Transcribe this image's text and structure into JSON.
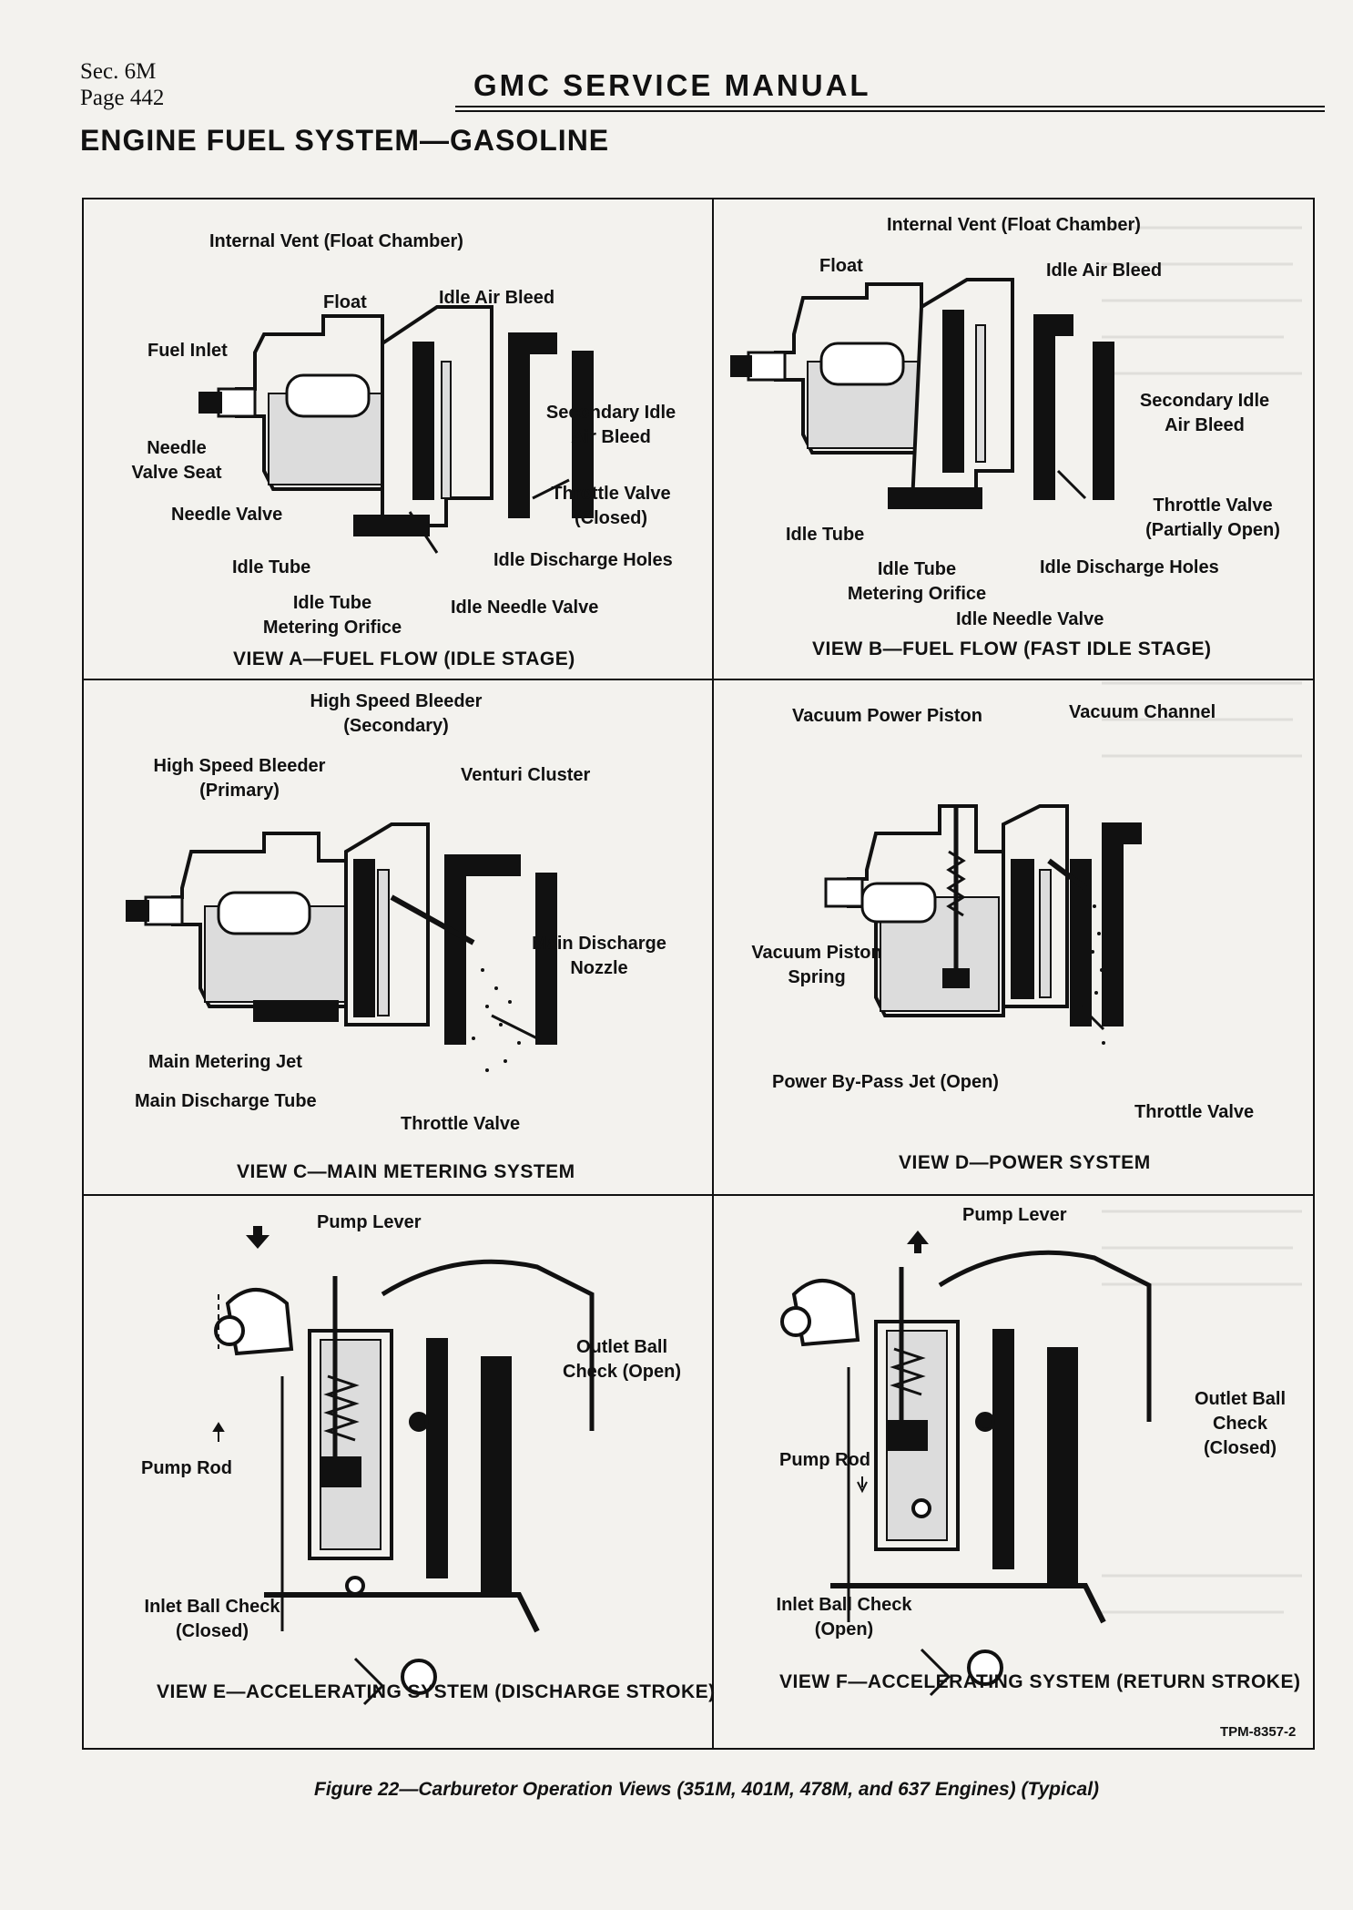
{
  "header": {
    "section": "Sec. 6M",
    "page": "Page 442",
    "manual_title": "GMC SERVICE MANUAL",
    "chapter_title": "ENGINE FUEL SYSTEM—GASOLINE"
  },
  "panels": {
    "view_a": {
      "caption": "VIEW A—FUEL FLOW (IDLE STAGE)",
      "labels": {
        "internal_vent": "Internal Vent (Float Chamber)",
        "float": "Float",
        "idle_air_bleed": "Idle Air Bleed",
        "fuel_inlet": "Fuel Inlet",
        "needle_valve_seat_1": "Needle",
        "needle_valve_seat_2": "Valve Seat",
        "secondary_idle_1": "Secondary Idle",
        "secondary_idle_2": "Air Bleed",
        "needle_valve": "Needle Valve",
        "throttle_valve_1": "Throttle Valve",
        "throttle_valve_2": "(Closed)",
        "idle_tube": "Idle Tube",
        "idle_discharge_holes": "Idle Discharge Holes",
        "metering_orifice_1": "Idle Tube",
        "metering_orifice_2": "Metering Orifice",
        "idle_needle_valve": "Idle Needle Valve"
      }
    },
    "view_b": {
      "caption": "VIEW B—FUEL FLOW (FAST IDLE STAGE)",
      "labels": {
        "internal_vent": "Internal Vent (Float Chamber)",
        "float": "Float",
        "idle_air_bleed": "Idle Air Bleed",
        "secondary_idle_1": "Secondary Idle",
        "secondary_idle_2": "Air Bleed",
        "throttle_valve_1": "Throttle Valve",
        "throttle_valve_2": "(Partially Open)",
        "idle_tube": "Idle Tube",
        "metering_orifice_1": "Idle Tube",
        "metering_orifice_2": "Metering Orifice",
        "idle_discharge_holes": "Idle Discharge Holes",
        "idle_needle_valve": "Idle Needle Valve"
      }
    },
    "view_c": {
      "caption": "VIEW C—MAIN METERING SYSTEM",
      "labels": {
        "hs_secondary_1": "High Speed Bleeder",
        "hs_secondary_2": "(Secondary)",
        "hs_primary_1": "High Speed Bleeder",
        "hs_primary_2": "(Primary)",
        "venturi_cluster": "Venturi Cluster",
        "main_discharge_1": "Main Discharge",
        "main_discharge_2": "Nozzle",
        "main_metering_jet": "Main Metering Jet",
        "main_discharge_tube": "Main Discharge Tube",
        "throttle_valve": "Throttle Valve"
      }
    },
    "view_d": {
      "caption": "VIEW D—POWER SYSTEM",
      "labels": {
        "vacuum_power_piston": "Vacuum Power Piston",
        "vacuum_channel": "Vacuum Channel",
        "piston_spring_1": "Vacuum Piston",
        "piston_spring_2": "Spring",
        "power_bypass_jet": "Power By-Pass Jet (Open)",
        "throttle_valve": "Throttle Valve"
      }
    },
    "view_e": {
      "caption": "VIEW E—ACCELERATING SYSTEM (DISCHARGE STROKE)",
      "labels": {
        "pump_lever": "Pump Lever",
        "outlet_check_1": "Outlet Ball",
        "outlet_check_2": "Check (Open)",
        "pump_rod": "Pump Rod",
        "inlet_check_1": "Inlet Ball Check",
        "inlet_check_2": "(Closed)"
      }
    },
    "view_f": {
      "caption": "VIEW F—ACCELERATING SYSTEM (RETURN STROKE)",
      "labels": {
        "pump_lever": "Pump Lever",
        "outlet_check_1": "Outlet Ball",
        "outlet_check_2": "Check",
        "outlet_check_3": "(Closed)",
        "pump_rod": "Pump Rod",
        "inlet_check_1": "Inlet Ball Check",
        "inlet_check_2": "(Open)"
      }
    }
  },
  "figure": {
    "reference": "TPM-8357-2",
    "caption": "Figure 22—Carburetor Operation Views (351M, 401M, 478M, and 637 Engines) (Typical)"
  },
  "colors": {
    "ink": "#111111",
    "paper": "#f3f2ee",
    "fuel": "#dcdcdc"
  }
}
